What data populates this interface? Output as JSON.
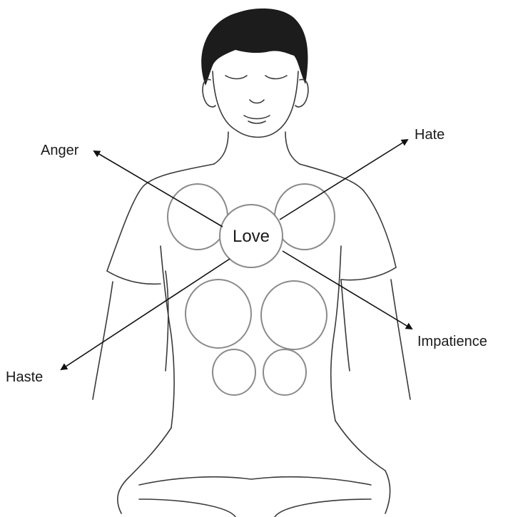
{
  "diagram": {
    "center_label": "Love",
    "labels": {
      "anger": "Anger",
      "hate": "Hate",
      "impatience": "Impatience",
      "haste": "Haste"
    }
  },
  "colors": {
    "line": "#111111",
    "outline": "#3a3a3a",
    "circles": "#8a8a8a",
    "hair": "#1c1c1c"
  }
}
